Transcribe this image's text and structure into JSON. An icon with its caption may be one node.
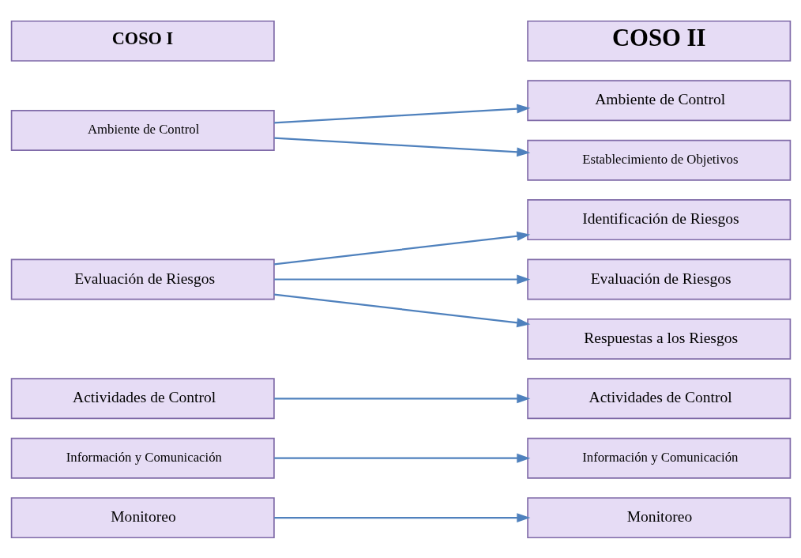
{
  "diagram": {
    "nodes": [
      {
        "text": [
          "COSO I"
        ]
      },
      {
        "text": [
          "COSO II"
        ]
      },
      {
        "text": [
          "Ambiente de Control"
        ]
      },
      {
        "text": [
          "Ambiente de Control"
        ]
      },
      {
        "text": [
          "Establecimiento de Objetivos"
        ]
      },
      {
        "text": [
          "Evaluación de Riesgos"
        ]
      },
      {
        "text": [
          "Identificación de Riesgos"
        ]
      },
      {
        "text": [
          "Evaluación de Riesgos"
        ]
      },
      {
        "text": [
          "Respuestas a los Riesgos"
        ]
      },
      {
        "text": [
          "Actividades de Control"
        ]
      },
      {
        "text": [
          "Actividades de Control"
        ]
      },
      {
        "text": [
          "Información y Comunicación"
        ]
      },
      {
        "text": [
          "Información y Comunicación"
        ]
      },
      {
        "text": [
          "Monitoreo"
        ]
      },
      {
        "text": [
          "Monitoreo"
        ]
      }
    ],
    "edges": [
      {
        "from": 2,
        "to": 3,
        "arrow": "to"
      },
      {
        "from": 2,
        "to": 4,
        "arrow": "to"
      },
      {
        "from": 5,
        "to": 6,
        "arrow": "to"
      },
      {
        "from": 5,
        "to": 7,
        "arrow": "to"
      },
      {
        "from": 5,
        "to": 8,
        "arrow": "to"
      },
      {
        "from": 9,
        "to": 10,
        "arrow": "to"
      },
      {
        "from": 11,
        "to": 12,
        "arrow": "to"
      },
      {
        "from": 13,
        "to": 14,
        "arrow": "to"
      }
    ]
  }
}
